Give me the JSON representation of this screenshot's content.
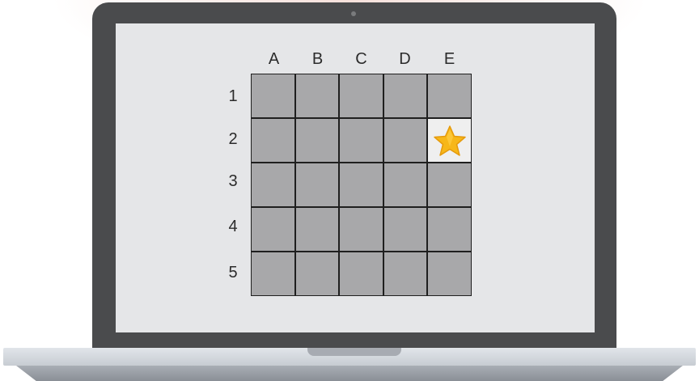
{
  "grid": {
    "columns": [
      "A",
      "B",
      "C",
      "D",
      "E"
    ],
    "rows": [
      "1",
      "2",
      "3",
      "4",
      "5"
    ],
    "highlighted_cell": {
      "column": "E",
      "row": "2",
      "icon": "star-icon"
    }
  },
  "colors": {
    "laptop_frame": "#4a4b4d",
    "screen": "#e5e6e8",
    "cell": "#a8a8aa",
    "highlight_cell": "#efefef",
    "star": "#f7b719"
  }
}
